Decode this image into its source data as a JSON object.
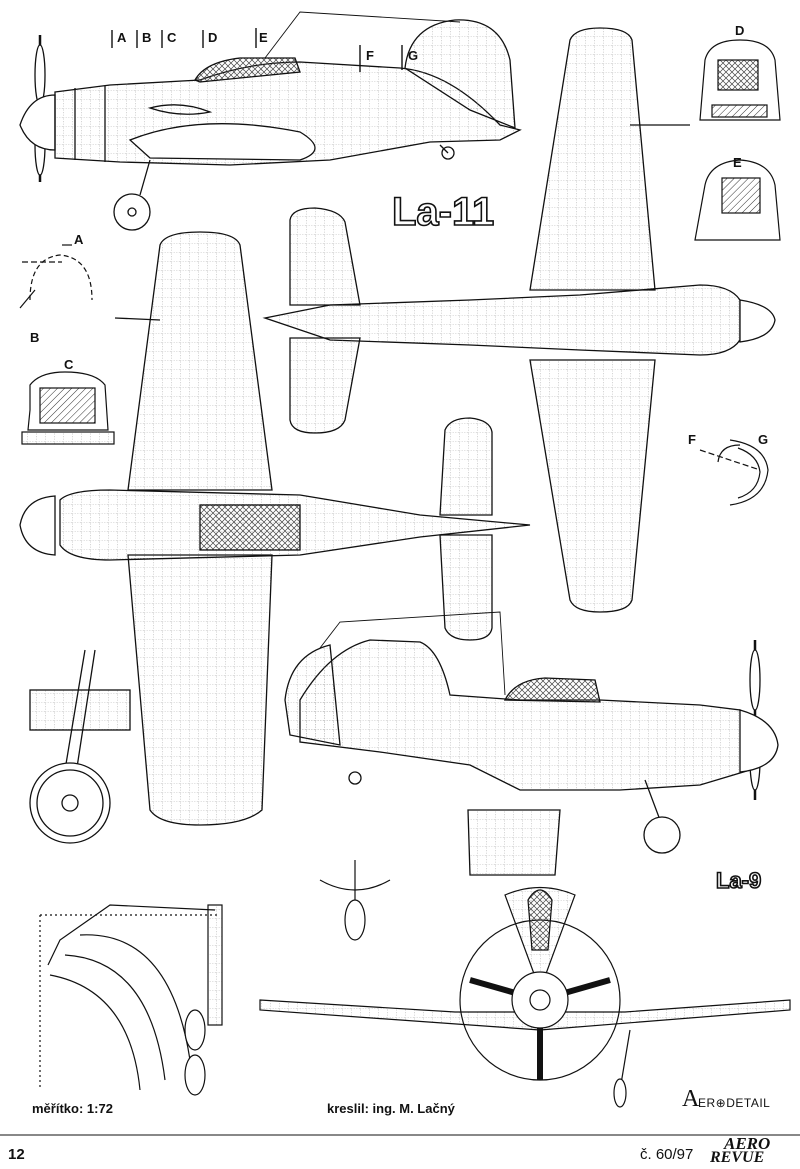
{
  "titles": {
    "main": "La-11",
    "secondary": "La-9"
  },
  "section_marks": {
    "top": [
      "A",
      "B",
      "C",
      "D",
      "E"
    ],
    "top_right": [
      "F",
      "G"
    ],
    "detail_A": "A",
    "detail_B": "B",
    "detail_C": "C",
    "detail_D": "D",
    "detail_E": "E",
    "detail_F": "F",
    "detail_G": "G"
  },
  "footer": {
    "scale": "měřítko: 1:72",
    "author": "kreslil: ing. M. Lačný",
    "publisher_left": "A",
    "publisher_right": "ER⊕DETAIL",
    "page_number": "12",
    "issue": "č. 60/97",
    "magazine_top": "AERO",
    "magazine_bottom": "REVUE"
  },
  "icons": [
    "aerodetail-logo-icon",
    "aero-revue-logo-icon"
  ]
}
